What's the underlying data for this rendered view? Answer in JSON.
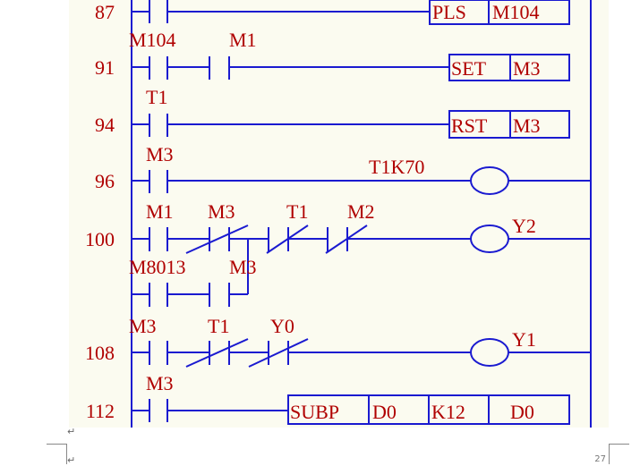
{
  "diagram": {
    "rungs": [
      {
        "number": "87",
        "labels": [],
        "output": {
          "instruction": "PLS",
          "operand": "M104"
        }
      },
      {
        "number": "91",
        "labels": [
          "M104",
          "M1"
        ],
        "output": {
          "instruction": "SET",
          "operand": "M3"
        }
      },
      {
        "number": "94",
        "labels": [
          "T1"
        ],
        "output": {
          "instruction": "RST",
          "operand": "M3"
        }
      },
      {
        "number": "96",
        "labels": [
          "M3"
        ],
        "coil_label": "T1K70"
      },
      {
        "number": "100",
        "labels": [
          "M1",
          "M3",
          "T1",
          "M2"
        ],
        "branch_labels": [
          "M8013",
          "M3"
        ],
        "coil_label": "Y2"
      },
      {
        "number": "108",
        "labels": [
          "M3",
          "T1",
          "Y0"
        ],
        "coil_label": "Y1"
      },
      {
        "number": "112",
        "labels": [
          "M3"
        ],
        "output": {
          "instruction": "SUBP",
          "operands": [
            "D0",
            "K12",
            "D0"
          ]
        }
      }
    ]
  },
  "document": {
    "page_number": "27",
    "paragraph_mark": "↵"
  },
  "colors": {
    "line": "#1a1ad0",
    "text": "#b00000",
    "background": "#fbfbf0"
  }
}
